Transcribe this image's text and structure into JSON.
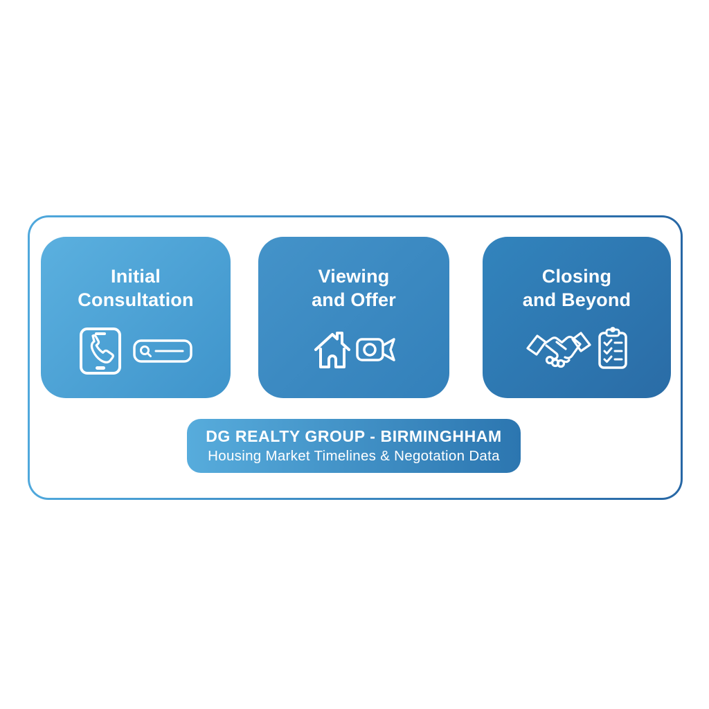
{
  "page": {
    "background_color": "#ffffff",
    "frame_border_gradient": {
      "from": "#4FA8DC",
      "to": "#2767A5"
    }
  },
  "cards": [
    {
      "title_line1": "Initial",
      "title_line2": "Consultation",
      "icons": [
        "phone-call-smartphone-icon",
        "search-bar-icon"
      ],
      "gradient": {
        "from": "#5BB0DF",
        "to": "#3F94CB"
      }
    },
    {
      "title_line1": "Viewing",
      "title_line2": "and Offer",
      "icons": [
        "house-icon",
        "video-camera-icon"
      ],
      "gradient": {
        "from": "#4493C9",
        "to": "#3380BA"
      }
    },
    {
      "title_line1": "Closing",
      "title_line2": "and Beyond",
      "icons": [
        "handshake-icon",
        "checklist-clipboard-icon"
      ],
      "gradient": {
        "from": "#3284BD",
        "to": "#2A6CA6"
      }
    }
  ],
  "banner": {
    "line1": "DG REALTY GROUP - BIRMINGHHAM",
    "line2": "Housing Market Timelines & Negotation Data",
    "gradient": {
      "from": "#57ACDC",
      "to": "#2C76B0"
    }
  },
  "text_color": "#ffffff"
}
